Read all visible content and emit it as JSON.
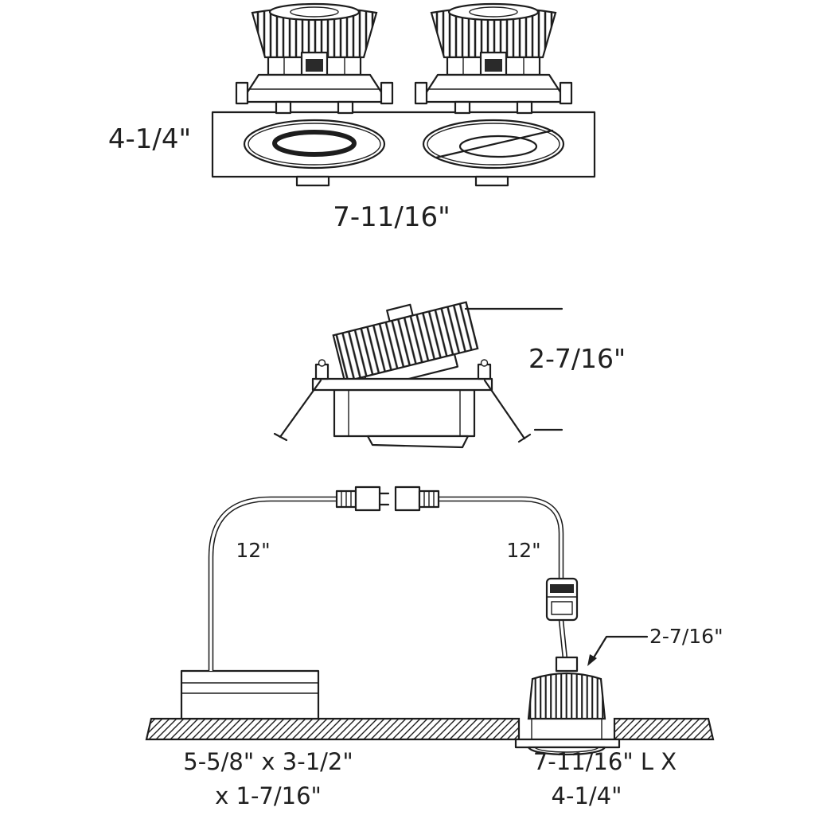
{
  "colors": {
    "line": "#1d1d1d",
    "background": "#ffffff"
  },
  "views": {
    "top": {
      "height_label": "4-1/4\"",
      "width_label": "7-11/16\""
    },
    "side": {
      "height_label": "2-7/16\""
    },
    "install": {
      "left_cable_label": "12\"",
      "right_cable_label": "12\"",
      "fixture_height_label": "2-7/16\"",
      "driver_dims": [
        "5-5/8\" x 3-1/2\"",
        "x 1-7/16\""
      ],
      "fixture_dims": [
        "7-11/16\" L X",
        "4-1/4\""
      ]
    }
  }
}
